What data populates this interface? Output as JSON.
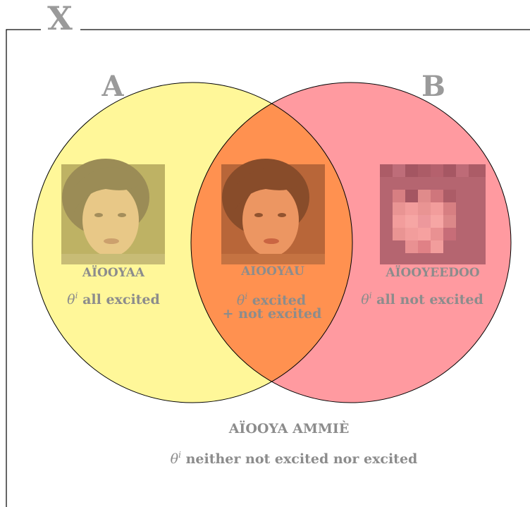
{
  "universe": {
    "label": "X"
  },
  "set_a": {
    "label": "A",
    "color": "#fff566"
  },
  "set_b": {
    "label": "B",
    "color": "#ff4d5b"
  },
  "intersection_color": "#ff8a3d",
  "regions": {
    "a_only": {
      "name": "AÏOOYAA",
      "theta": "θ",
      "theta_sup": "i",
      "description": "all excited",
      "photo": "face-photo"
    },
    "overlap": {
      "name": "AIOOYAU",
      "theta": "θ",
      "theta_sup": "i",
      "description_line1": "excited",
      "description_line2": "+ not excited",
      "photo": "face-photo"
    },
    "b_only": {
      "name": "AÏOOYEEDOO",
      "theta": "θ",
      "theta_sup": "i",
      "description": "all not excited",
      "photo": "pixelated-face-photo"
    },
    "outside": {
      "name": "AÏOOYA AMMIÈ",
      "theta": "θ",
      "theta_sup": "i",
      "description": "neither not excited nor excited"
    }
  }
}
